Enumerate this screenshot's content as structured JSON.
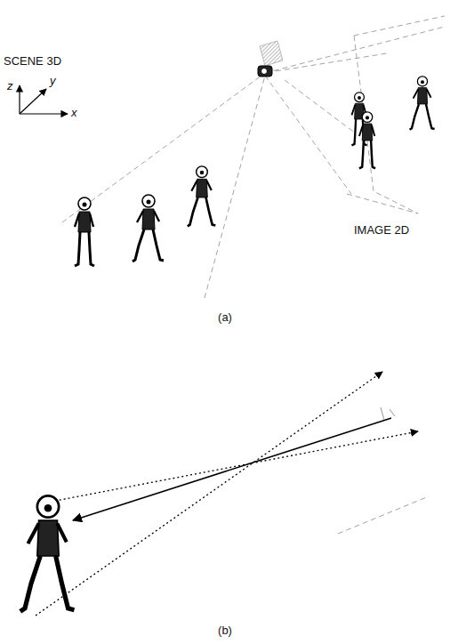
{
  "diagram": {
    "labels": [
      "SCENE 3D",
      "z",
      "y",
      "x",
      "IMAGE 2D",
      "(a)",
      "(b)"
    ]
  }
}
